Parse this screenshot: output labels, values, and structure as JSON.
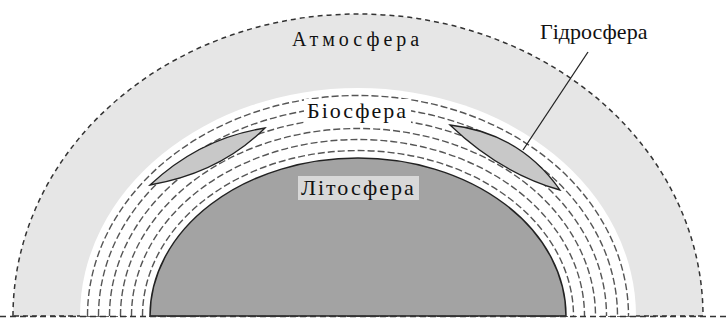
{
  "diagram": {
    "nodes": [
      {
        "text": [
          "Атмосфера"
        ]
      },
      {
        "text": [
          "Біосфера"
        ],
        "in": 0
      },
      {
        "text": [
          "Літосфера"
        ],
        "in": 1
      }
    ],
    "labels": [
      "Гідросфера"
    ]
  }
}
